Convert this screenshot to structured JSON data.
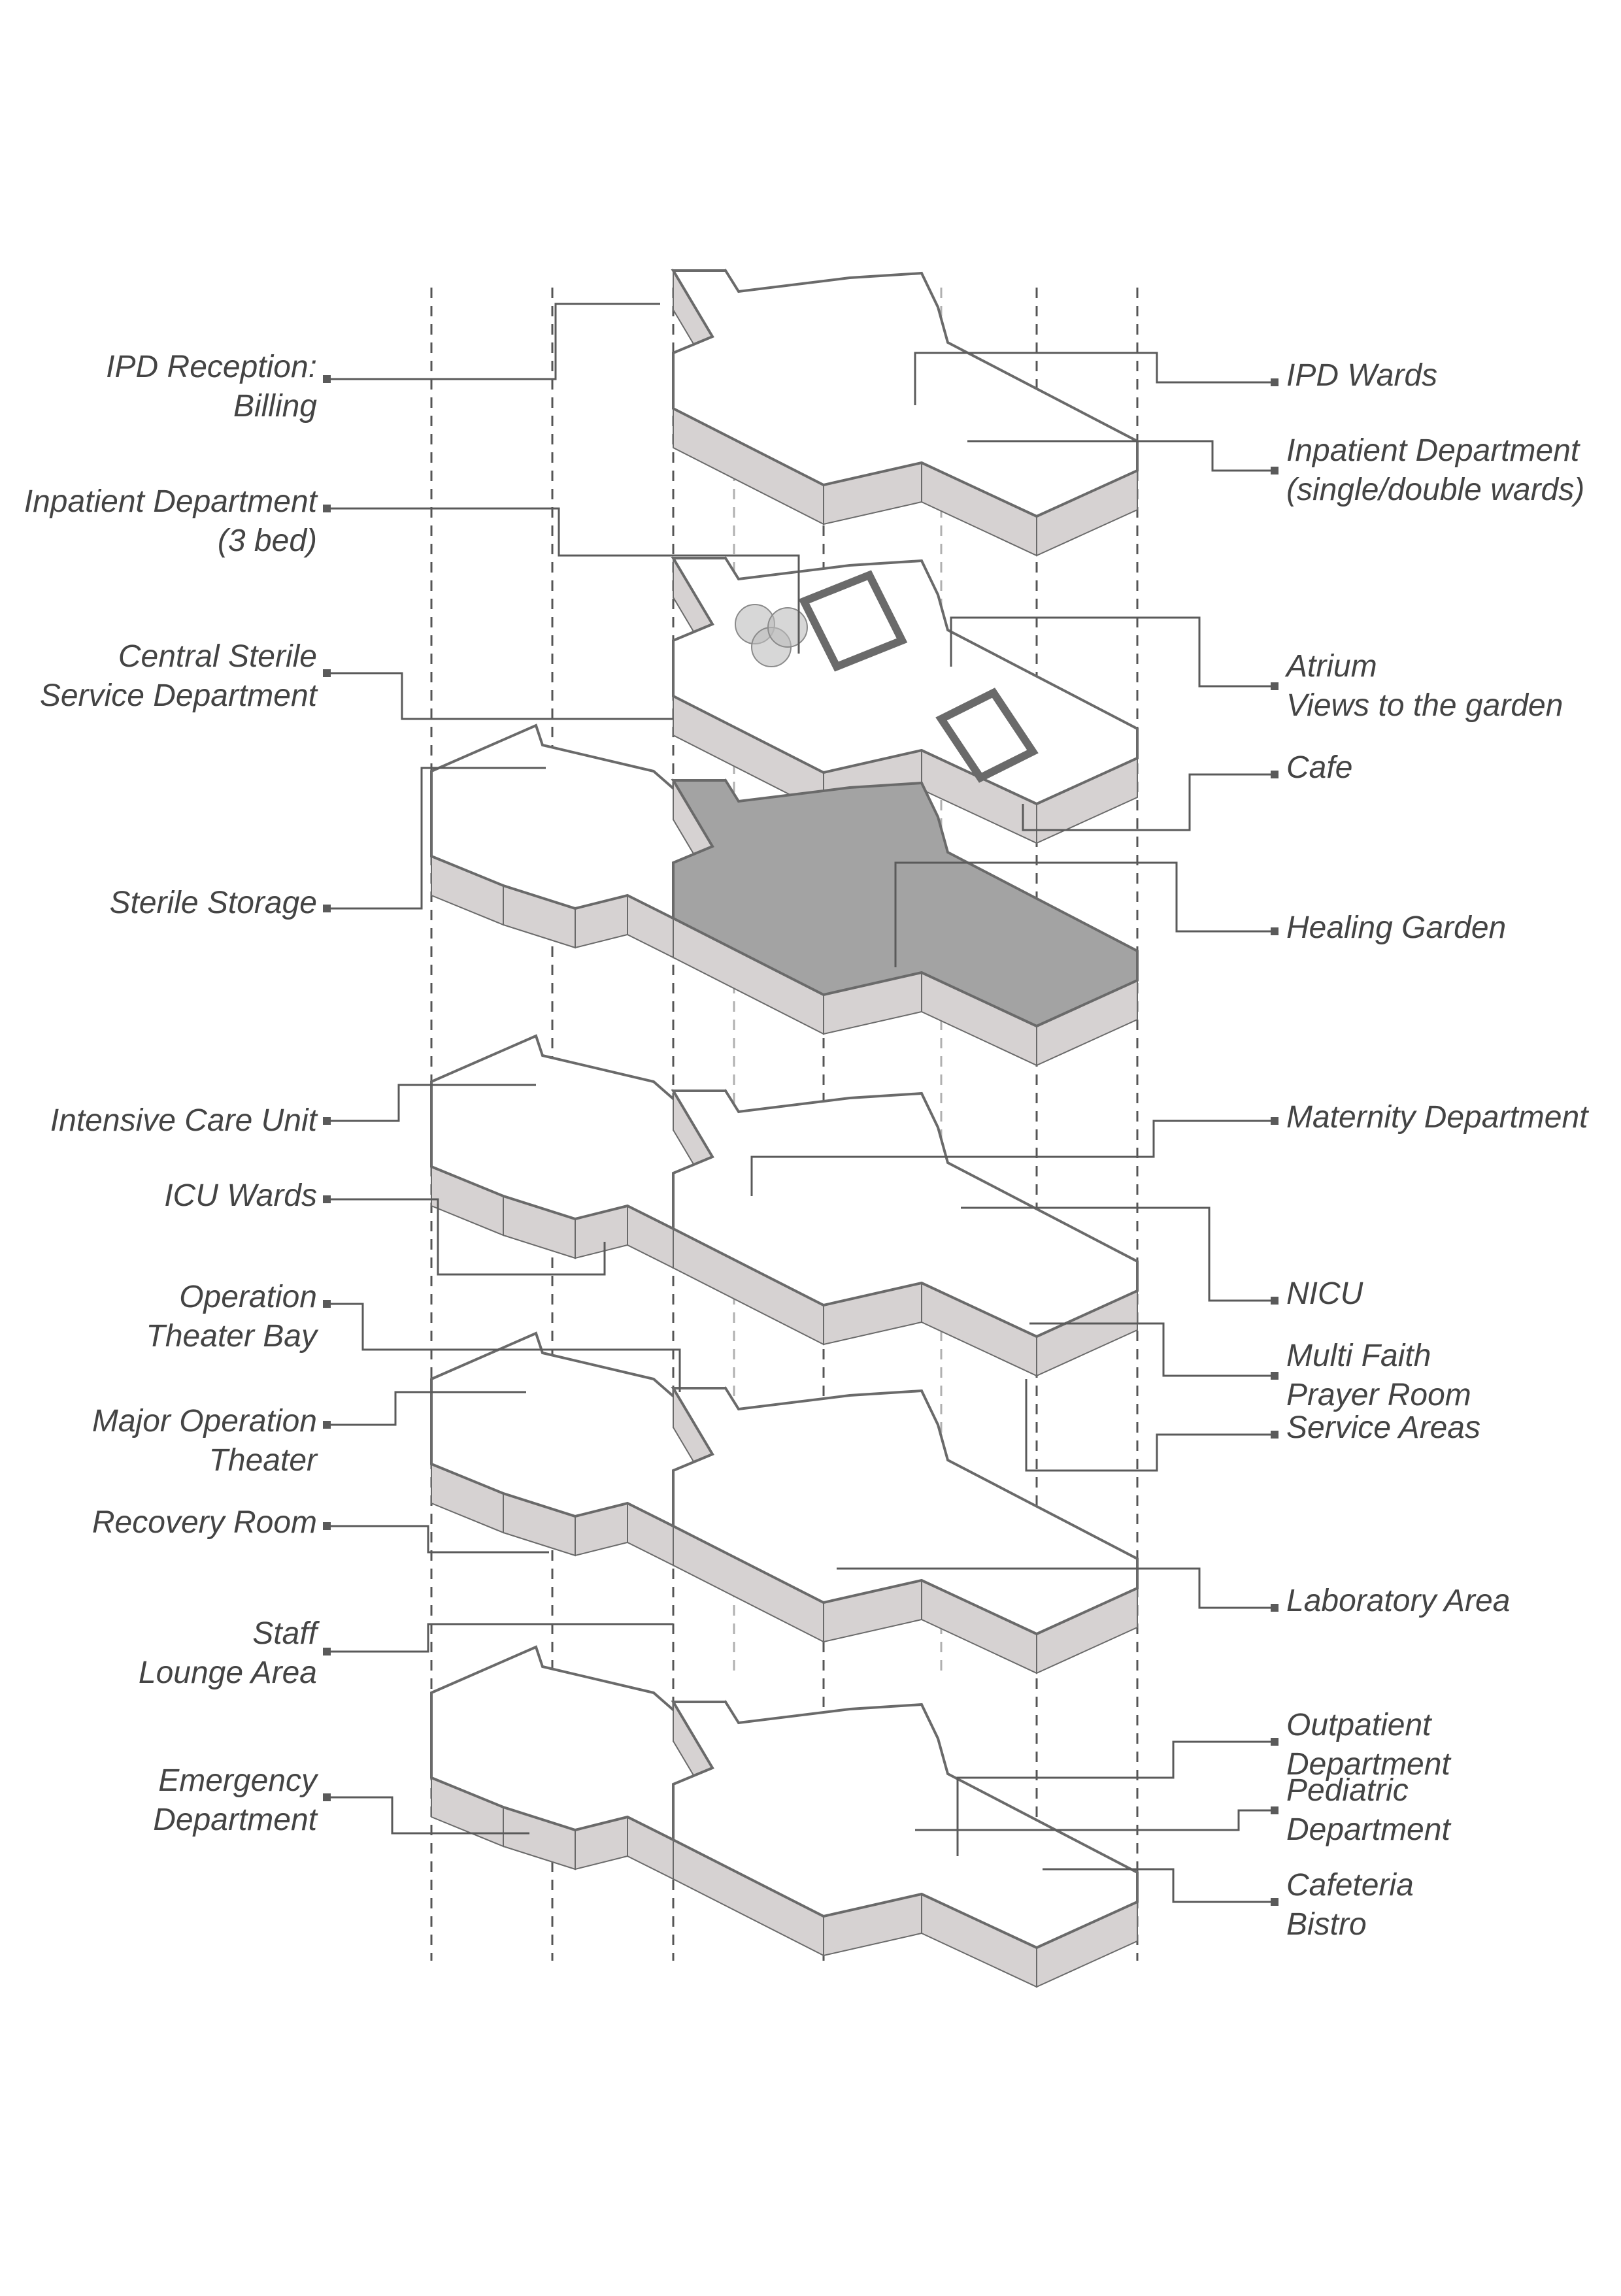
{
  "palette": {
    "floor": "#ffffff",
    "roof": "#8f8f8f",
    "roof_garden": "#a3a3a3",
    "wall_side": "#b8b8b8",
    "wall_light": "#d6d2d2",
    "wall_dark": "#6f6f6f",
    "outline": "#6a6a6a",
    "leader": "#5a5a5a",
    "guide": "#555555",
    "text": "#444444"
  },
  "labels_left": [
    {
      "id": "ipd-reception",
      "lines": [
        "IPD Reception:",
        "Billing"
      ]
    },
    {
      "id": "inpatient-3bed",
      "lines": [
        "Inpatient Department",
        "(3 bed)"
      ]
    },
    {
      "id": "cssd",
      "lines": [
        "Central Sterile",
        "Service Department"
      ]
    },
    {
      "id": "sterile-storage",
      "lines": [
        "Sterile Storage"
      ]
    },
    {
      "id": "icu",
      "lines": [
        "Intensive Care Unit"
      ]
    },
    {
      "id": "icu-wards",
      "lines": [
        "ICU Wards"
      ]
    },
    {
      "id": "ot-bay",
      "lines": [
        "Operation",
        "Theater Bay"
      ]
    },
    {
      "id": "major-ot",
      "lines": [
        "Major Operation",
        "Theater"
      ]
    },
    {
      "id": "recovery",
      "lines": [
        "Recovery Room"
      ]
    },
    {
      "id": "staff-lounge",
      "lines": [
        "Staff",
        "Lounge Area"
      ]
    },
    {
      "id": "emergency",
      "lines": [
        "Emergency",
        "Department"
      ]
    }
  ],
  "labels_right": [
    {
      "id": "ipd-wards",
      "lines": [
        "IPD Wards"
      ]
    },
    {
      "id": "inpatient-single",
      "lines": [
        "Inpatient Department",
        "(single/double wards)"
      ]
    },
    {
      "id": "atrium",
      "lines": [
        "Atrium",
        "Views to the garden"
      ]
    },
    {
      "id": "cafe",
      "lines": [
        "Cafe"
      ]
    },
    {
      "id": "healing-garden",
      "lines": [
        "Healing Garden"
      ]
    },
    {
      "id": "maternity",
      "lines": [
        "Maternity Department"
      ]
    },
    {
      "id": "nicu",
      "lines": [
        "NICU"
      ]
    },
    {
      "id": "prayer",
      "lines": [
        "Multi Faith",
        "Prayer Room"
      ]
    },
    {
      "id": "service",
      "lines": [
        "Service Areas"
      ]
    },
    {
      "id": "laboratory",
      "lines": [
        "Laboratory Area"
      ]
    },
    {
      "id": "opd",
      "lines": [
        "Outpatient",
        "Department"
      ]
    },
    {
      "id": "pediatric",
      "lines": [
        "Pediatric",
        "Department"
      ]
    },
    {
      "id": "cafeteria",
      "lines": [
        "Cafeteria",
        "Bistro"
      ]
    }
  ],
  "floors": [
    {
      "id": "level-5",
      "type": "plan",
      "wings": "east"
    },
    {
      "id": "level-4",
      "type": "plan",
      "wings": "east"
    },
    {
      "id": "level-3",
      "type": "garden",
      "wings": "full"
    },
    {
      "id": "level-2",
      "type": "plan",
      "wings": "full"
    },
    {
      "id": "level-1",
      "type": "plan",
      "wings": "full"
    },
    {
      "id": "level-0",
      "type": "plan",
      "wings": "full"
    }
  ]
}
